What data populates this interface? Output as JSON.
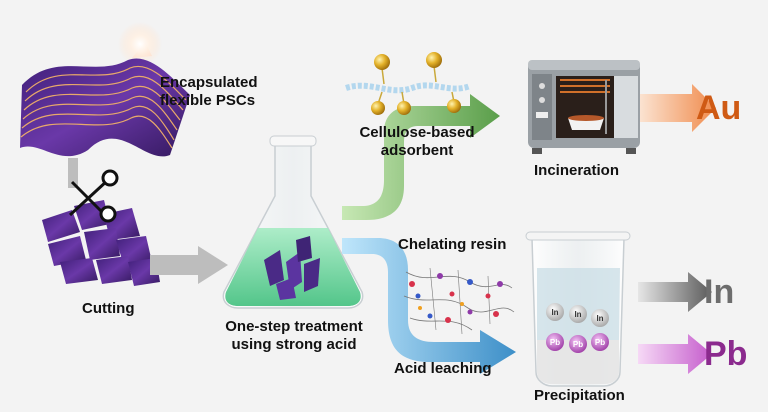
{
  "labels": {
    "psc_line1": "Encapsulated",
    "psc_line2": "flexible PSCs",
    "cutting": "Cutting",
    "treatment_line1": "One-step treatment",
    "treatment_line2": "using strong acid",
    "cellulose_line1": "Cellulose-based",
    "cellulose_line2": "adsorbent",
    "incineration": "Incineration",
    "chelating": "Chelating resin",
    "acid_leaching": "Acid leaching",
    "precipitation": "Precipitation"
  },
  "products": {
    "au": "Au",
    "in": "In",
    "pb": "Pb"
  },
  "beaker_elements": {
    "in": "In",
    "pb": "Pb"
  },
  "colors": {
    "au": "#cf5a14",
    "in": "#6d6d6d",
    "pb": "#8b2a8e",
    "green_arrow": "#6aa556",
    "blue_arrow": "#5aa8d6",
    "gray_arrow": "#bdbdbd",
    "solar_cell": "#5b2e8f"
  },
  "icons": [
    "scissors-icon",
    "erlenmeyer-flask-icon",
    "furnace-icon",
    "beaker-icon",
    "gold-particle-icon",
    "light-flare-icon"
  ]
}
